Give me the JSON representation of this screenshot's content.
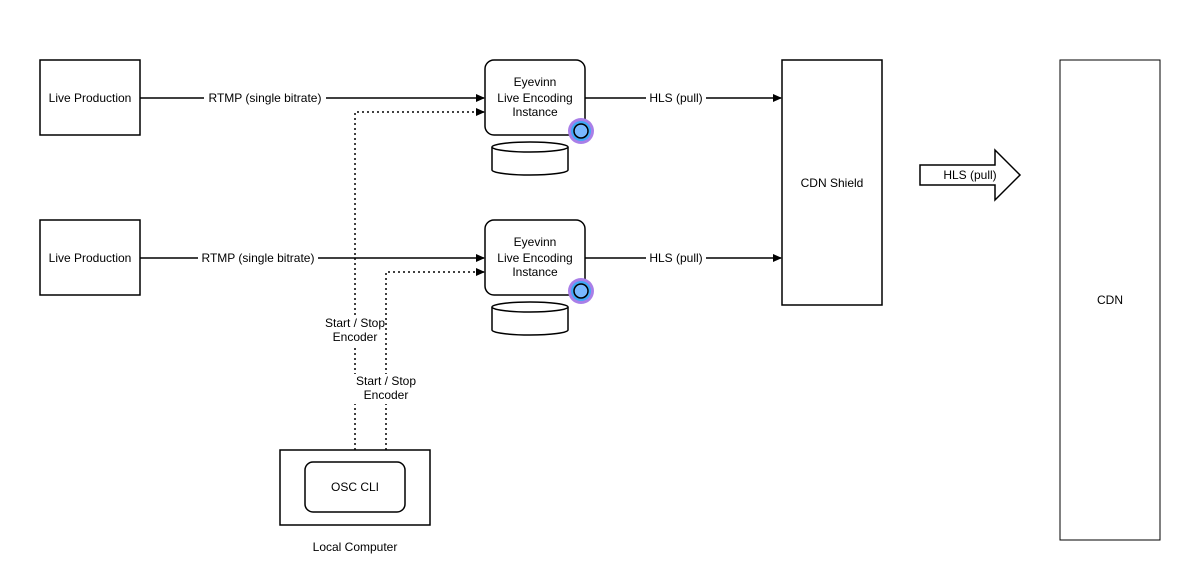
{
  "nodes": {
    "live_production_1": "Live Production",
    "live_production_2": "Live Production",
    "encoder_1": [
      "Eyevinn",
      "Live Encoding",
      "Instance"
    ],
    "encoder_2": [
      "Eyevinn",
      "Live Encoding",
      "Instance"
    ],
    "cdn_shield": "CDN Shield",
    "cdn": "CDN",
    "osc_cli": "OSC CLI",
    "local_computer": "Local Computer"
  },
  "edges": {
    "rtmp_1": "RTMP (single bitrate)",
    "rtmp_2": "RTMP (single bitrate)",
    "hls_1": "HLS (pull)",
    "hls_2": "HLS (pull)",
    "hls_out": "HLS (pull)",
    "control_1": [
      "Start / Stop",
      "Encoder"
    ],
    "control_2": [
      "Start / Stop",
      "Encoder"
    ]
  },
  "colors": {
    "stroke": "#000000",
    "badge_ring": "#a97fe8",
    "badge_inner": "#3fa7f5",
    "badge_core": "#7ab8ff"
  }
}
